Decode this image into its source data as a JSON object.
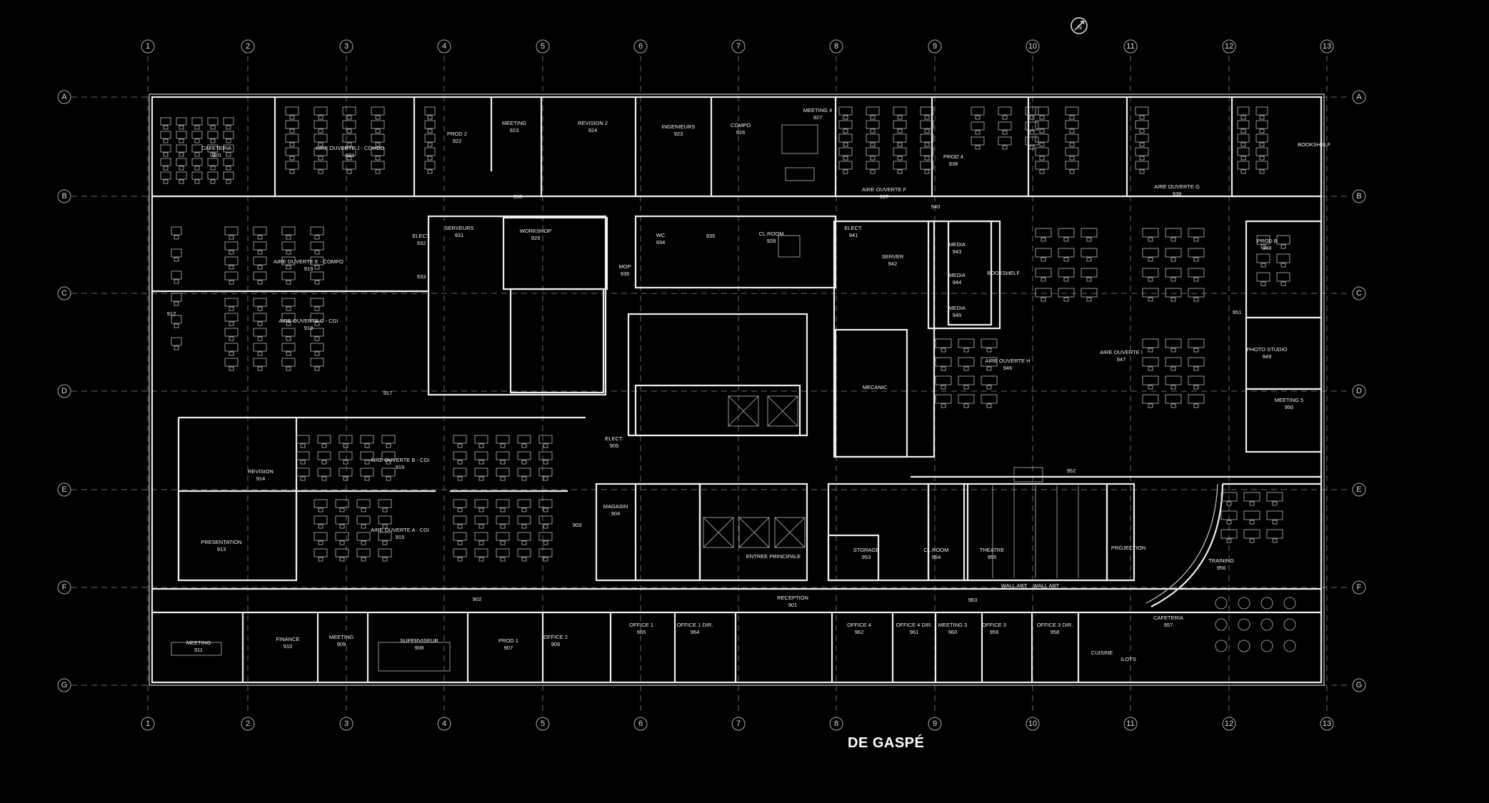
{
  "drawing": {
    "title": "DE GASPÉ",
    "north_label": "N"
  },
  "grid": {
    "columns": [
      "1",
      "2",
      "3",
      "4",
      "5",
      "6",
      "7",
      "8",
      "9",
      "10",
      "11",
      "12",
      "13"
    ],
    "rows": [
      "A",
      "B",
      "C",
      "D",
      "E",
      "F",
      "G"
    ]
  },
  "rooms": [
    {
      "name": "CAFETERIA",
      "number": "920"
    },
    {
      "name": "AIRE OUVERTE J - COMBO",
      "number": "921"
    },
    {
      "name": "PROD 2",
      "number": "922"
    },
    {
      "name": "MEETING",
      "number": "923"
    },
    {
      "name": "REVISION 2",
      "number": "924"
    },
    {
      "name": "INGENIEURS",
      "number": "923"
    },
    {
      "name": "COMPO",
      "number": "926"
    },
    {
      "name": "MEETING 4",
      "number": "927"
    },
    {
      "name": "AIRE OUVERTE F",
      "number": "937"
    },
    {
      "name": "PROD 4",
      "number": "938"
    },
    {
      "name": "AIRE OUVERTE G",
      "number": "939"
    },
    {
      "name": "BOOKSHELF",
      "number": ""
    },
    {
      "name": "",
      "number": "930"
    },
    {
      "name": "",
      "number": "940"
    },
    {
      "name": "ELECT.",
      "number": "932"
    },
    {
      "name": "SERVEURS",
      "number": "931"
    },
    {
      "name": "WORKSHOP",
      "number": "929"
    },
    {
      "name": "WC",
      "number": "934"
    },
    {
      "name": "",
      "number": "935"
    },
    {
      "name": "CL.ROOM",
      "number": "928"
    },
    {
      "name": "ELECT.",
      "number": "941"
    },
    {
      "name": "MOP",
      "number": "936"
    },
    {
      "name": "",
      "number": "933"
    },
    {
      "name": "SERVER",
      "number": "942"
    },
    {
      "name": "MEDIA",
      "number": "943"
    },
    {
      "name": "MEDIA",
      "number": "944"
    },
    {
      "name": "MEDIA",
      "number": "945"
    },
    {
      "name": "BOOKSHELF",
      "number": ""
    },
    {
      "name": "PROD 8",
      "number": "948"
    },
    {
      "name": "",
      "number": "951"
    },
    {
      "name": "PHOTO STUDIO",
      "number": "949"
    },
    {
      "name": "AIRE OUVERTE E - COMPO",
      "number": "919"
    },
    {
      "name": "AIRE OUVERTE C - CGI",
      "number": "918"
    },
    {
      "name": "",
      "number": "917"
    },
    {
      "name": "",
      "number": "912"
    },
    {
      "name": "MECANIC",
      "number": ""
    },
    {
      "name": "AIRE OUVERTE H",
      "number": "946"
    },
    {
      "name": "AIRE OUVERTE I",
      "number": "947"
    },
    {
      "name": "MEETING 5",
      "number": "950"
    },
    {
      "name": "REVISION",
      "number": "914"
    },
    {
      "name": "AIRE OUVERTE B - CGI",
      "number": "916"
    },
    {
      "name": "ELECT.",
      "number": "905"
    },
    {
      "name": "",
      "number": "952"
    },
    {
      "name": "PRESENTATION",
      "number": "913"
    },
    {
      "name": "AIRE OUVERTE A - CGI",
      "number": "915"
    },
    {
      "name": "",
      "number": "903"
    },
    {
      "name": "MAGASIN",
      "number": "904"
    },
    {
      "name": "ENTREE PRINCIPALE",
      "number": ""
    },
    {
      "name": "STORAGE",
      "number": "953"
    },
    {
      "name": "CL.ROOM",
      "number": "954"
    },
    {
      "name": "THEATRE",
      "number": "955"
    },
    {
      "name": "PROJECTION",
      "number": ""
    },
    {
      "name": "TRAINING",
      "number": "956"
    },
    {
      "name": "",
      "number": "902"
    },
    {
      "name": "RECEPTION",
      "number": "901"
    },
    {
      "name": "",
      "number": "963"
    },
    {
      "name": "WALL ART",
      "number": ""
    },
    {
      "name": "WALL ART",
      "number": ""
    },
    {
      "name": "CAFETERIA",
      "number": "957"
    },
    {
      "name": "MEETING",
      "number": "911"
    },
    {
      "name": "FINANCE",
      "number": "910"
    },
    {
      "name": "MEETING",
      "number": "909"
    },
    {
      "name": "SUPERVISEUR",
      "number": "908"
    },
    {
      "name": "PROD 1",
      "number": "907"
    },
    {
      "name": "OFFICE 2",
      "number": "906"
    },
    {
      "name": "OFFICE 1",
      "number": "965"
    },
    {
      "name": "OFFICE 1 DIR.",
      "number": "964"
    },
    {
      "name": "OFFICE 4",
      "number": "962"
    },
    {
      "name": "OFFICE 4 DIR.",
      "number": "961"
    },
    {
      "name": "MEETING 3",
      "number": "960"
    },
    {
      "name": "OFFICE 3",
      "number": "959"
    },
    {
      "name": "OFFICE 3 DIR.",
      "number": "958"
    },
    {
      "name": "CUISINE",
      "number": ""
    },
    {
      "name": "ILOTS",
      "number": ""
    }
  ]
}
